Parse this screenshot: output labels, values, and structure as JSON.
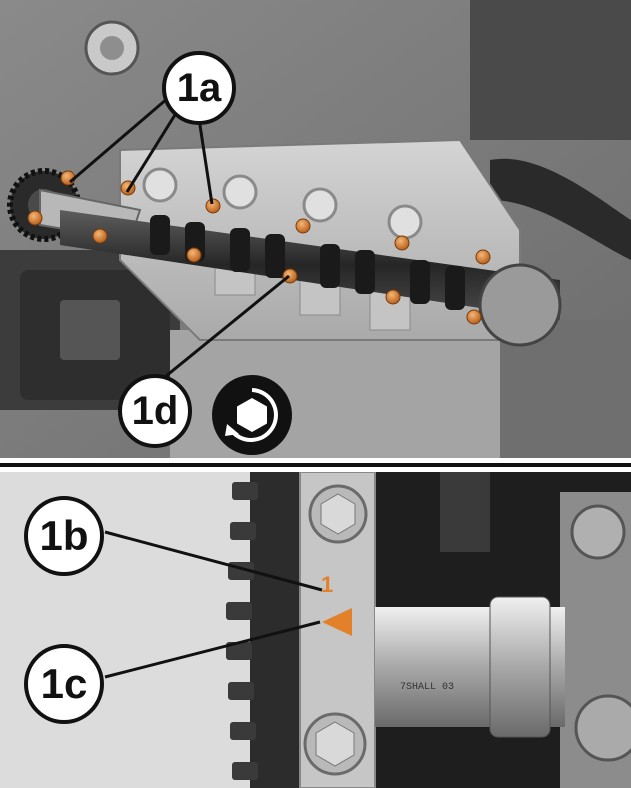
{
  "callouts": {
    "c1a": "1a",
    "c1b": "1b",
    "c1c": "1c",
    "c1d": "1d"
  },
  "marks": {
    "timing_mark_number": "1"
  },
  "part_label": "7SHALL 03",
  "icons": {
    "tighten": "hex-bolt-rotate-icon"
  },
  "colors": {
    "bolt_highlight": "#e2812a",
    "callout_fill": "#ffffff",
    "callout_stroke": "#111111",
    "icon_fill": "#111111"
  }
}
